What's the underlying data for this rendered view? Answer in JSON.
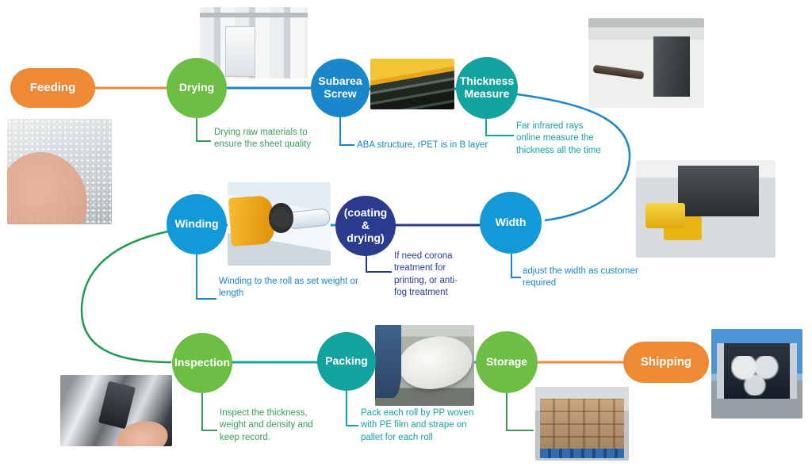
{
  "colors": {
    "orange": "#EE8A35",
    "green": "#6CBE45",
    "blue": "#1987CA",
    "teal": "#12A39E",
    "lightblue": "#1399D8",
    "navy": "#2B3B90",
    "note_green": "#3A9C5F",
    "note_blue": "#1B87C9",
    "note_teal": "#16A3A3",
    "curve_green": "#1F9A4F"
  },
  "flow": {
    "feeding": {
      "label": "Feeding"
    },
    "drying": {
      "label": "Drying",
      "note": "Drying raw materials to\nensure the sheet quality"
    },
    "subarea_screw": {
      "label": "Subarea\nScrew",
      "note": "ABA structure, rPET is in B layer"
    },
    "thickness_measure": {
      "label": "Thickness\nMeasure",
      "note": "Far infrared rays\nonline measure the\nthickness all the time"
    },
    "width": {
      "label": "Width",
      "note": "adjust the width as customer\nrequired"
    },
    "coating_drying": {
      "label": "(coating\n&\ndrying)",
      "note": "If need corona\ntreatment for\nprinting, or anti-\nfog treatment"
    },
    "winding": {
      "label": "Winding",
      "note": "Winding to the roll as set weight or\nlength"
    },
    "inspection": {
      "label": "Inspection",
      "note": "Inspect the thickness,\nweight and density and\nkeep record."
    },
    "packing": {
      "label": "Packing",
      "note": "Pack each roll by PP woven\nwith PE film and strape on\npallet for each roll"
    },
    "storage": {
      "label": "Storage"
    },
    "shipping": {
      "label": "Shipping"
    }
  }
}
